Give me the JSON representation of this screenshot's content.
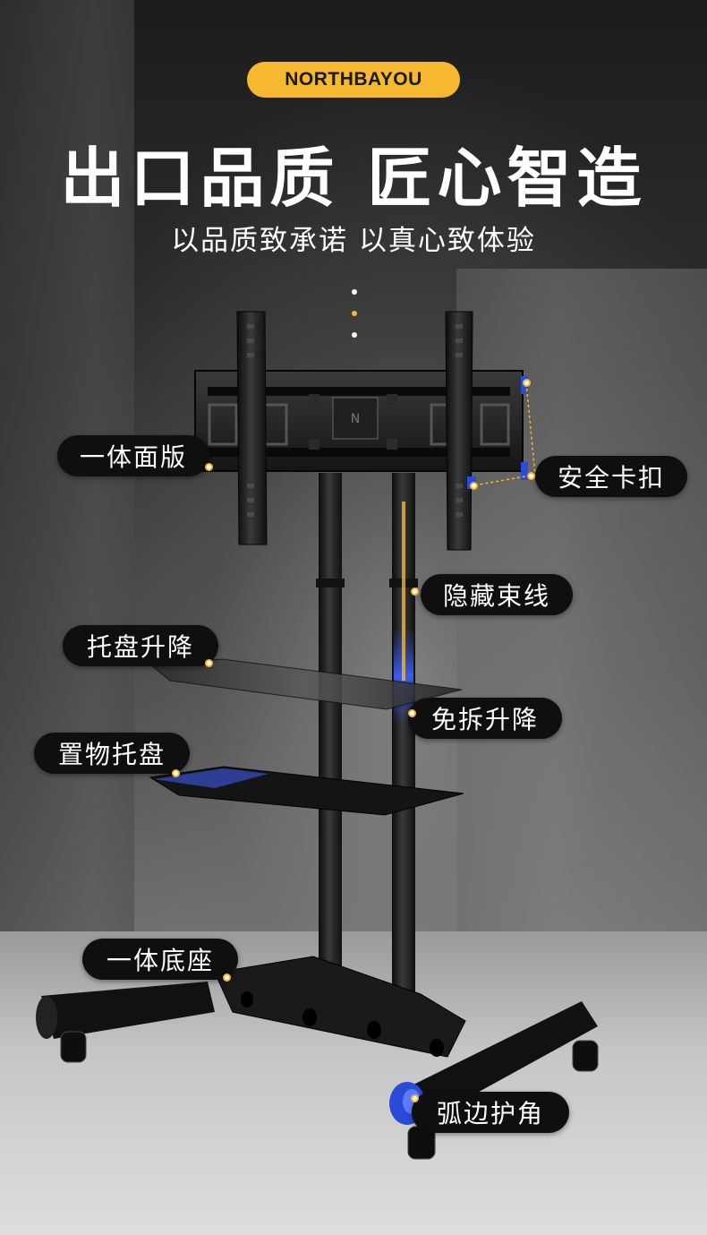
{
  "header": {
    "brand": "NORTHBAYOU",
    "headline": "出口品质 匠心智造",
    "subline": "以品质致承诺 以真心致体验"
  },
  "features": {
    "integrated_panel": "一体面版",
    "safety_buckle": "安全卡扣",
    "hidden_cable": "隐藏束线",
    "tray_lift": "托盘升降",
    "tool_free_lift": "免拆升降",
    "storage_tray": "置物托盘",
    "integrated_base": "一体底座",
    "curved_corner": "弧边护角"
  },
  "colors": {
    "accent": "#f5b82e",
    "label_bg": "#0f0f0f",
    "highlight_blue": "#2a4bd8"
  },
  "product": {
    "name": "mobile TV stand"
  }
}
